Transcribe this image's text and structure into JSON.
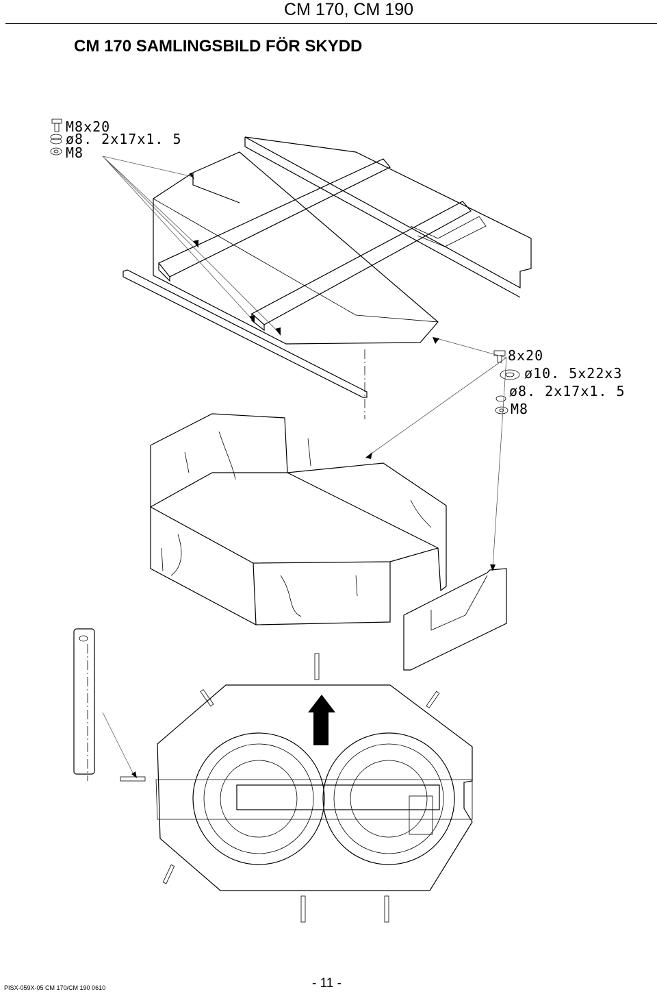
{
  "header": {
    "model_title": "CM 170, CM 190"
  },
  "page": {
    "title": "CM 170 SAMLINGSBILD FÖR SKYDD"
  },
  "callouts": {
    "top_group": {
      "bolt": "M8x20",
      "washer": "ø8. 2x17x1. 5",
      "nut": "M8"
    },
    "right_group": {
      "bolt": "8x20",
      "washer_large": "ø10. 5x22x3",
      "washer": "ø8. 2x17x1. 5",
      "nut": "M8"
    }
  },
  "footer": {
    "doc_code": "PISX-059X-05 CM 170/CM 190  0610",
    "page_number": "- 11 -"
  }
}
